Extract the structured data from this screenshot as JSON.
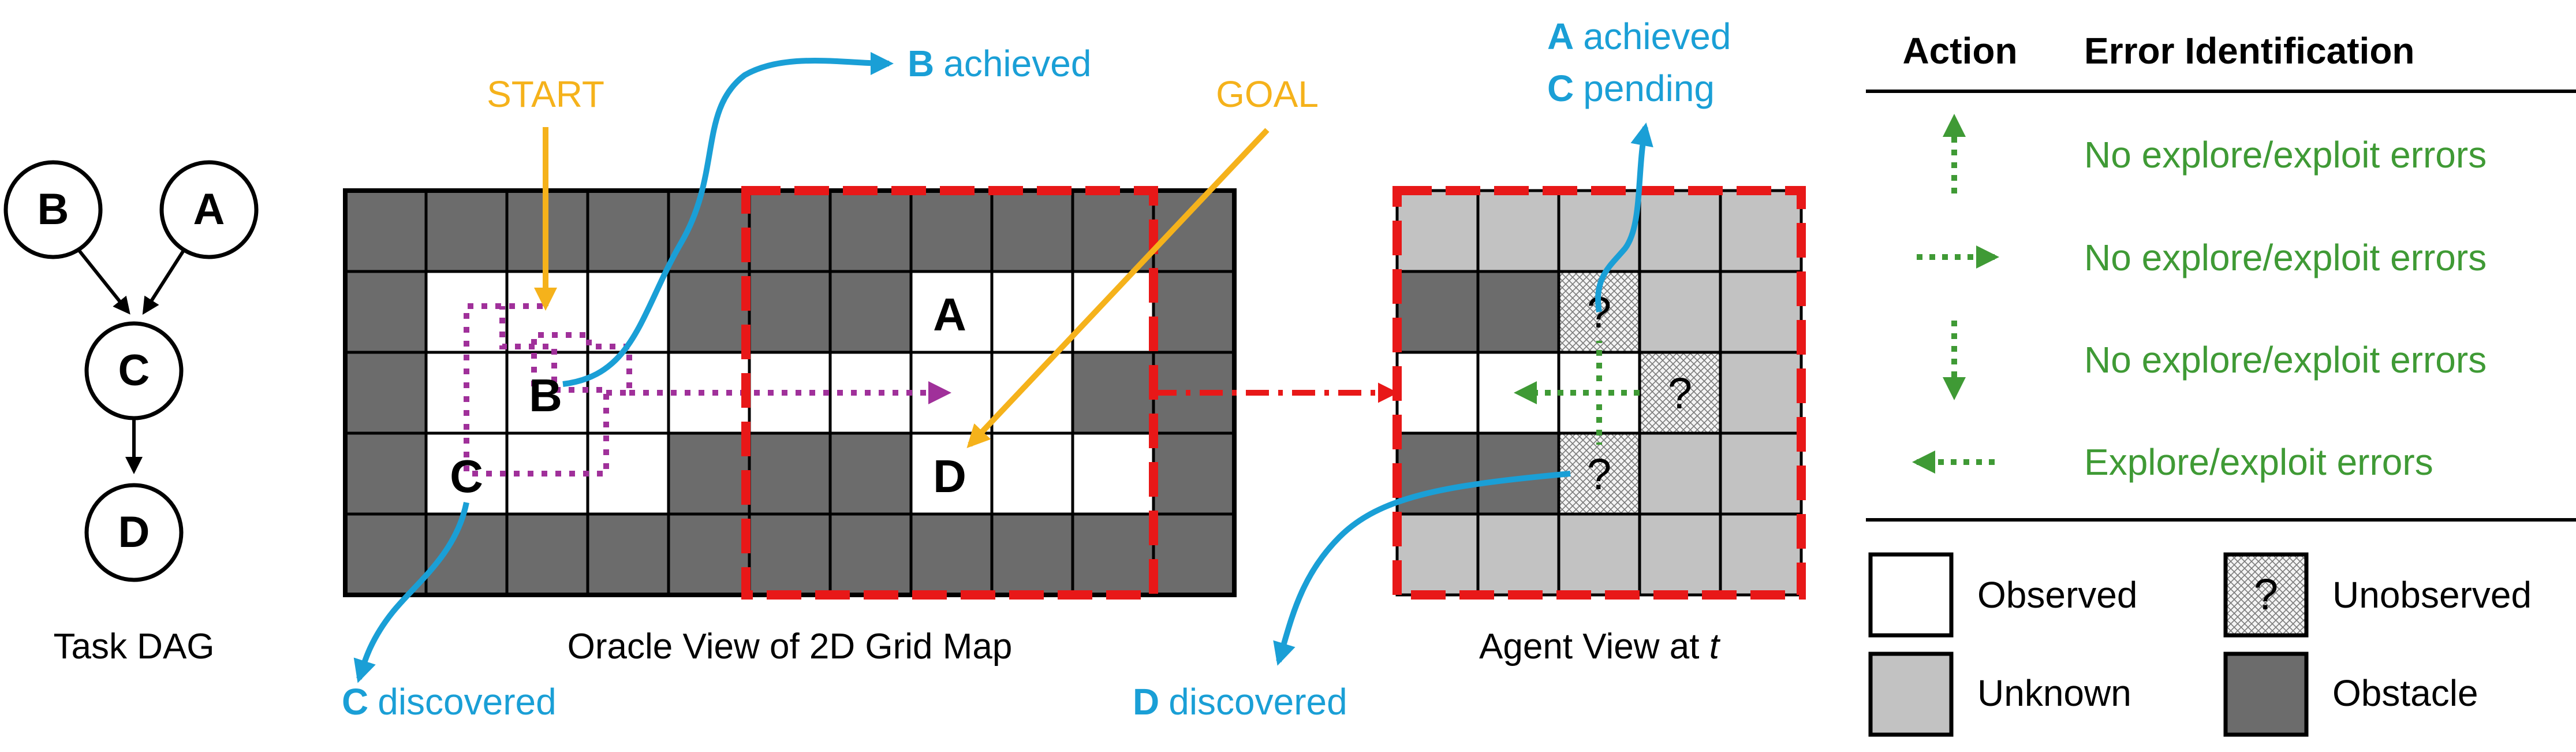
{
  "colors": {
    "blue": "#1a9fd6",
    "orange": "#f5b21b",
    "purple": "#a0309a",
    "red": "#e81818",
    "green": "#3f9a35",
    "obstacle": "#6c6c6c",
    "unknown": "#c2c2c2",
    "observed": "#ffffff"
  },
  "dag": {
    "caption": "Task DAG",
    "nodes": {
      "b": "B",
      "a": "A",
      "c": "C",
      "d": "D"
    }
  },
  "oracle": {
    "caption": "Oracle View of 2D Grid Map",
    "start_label": "START",
    "goal_label": "GOAL",
    "cell_letters": {
      "a": "A",
      "b": "B",
      "c": "C",
      "d": "D"
    },
    "grid": [
      "OOOOOOOOOOO",
      "OWWWOOOWWWO",
      "OWWWWWWWWOO",
      "OWWWOOOWWWO",
      "OOOOOOOOOOO"
    ],
    "b_event": {
      "letter": "B",
      "text": "achieved"
    },
    "c_event": {
      "letter": "C",
      "text": "discovered"
    }
  },
  "agent": {
    "caption_text": "Agent View at ",
    "caption_var": "t",
    "unobserved_mark": "?",
    "grid": [
      "UUUUU",
      "OOQUU",
      "WWWQU",
      "OOQUU",
      "UUUUU"
    ],
    "a_event": {
      "letter": "A",
      "text": "achieved"
    },
    "c_event": {
      "letter": "C",
      "text": "pending"
    },
    "d_event": {
      "letter": "D",
      "text": "discovered"
    }
  },
  "table": {
    "header_action": "Action",
    "header_error": "Error Identification",
    "rows": [
      {
        "direction": "up",
        "text": "No explore/exploit errors"
      },
      {
        "direction": "right",
        "text": "No explore/exploit errors"
      },
      {
        "direction": "down",
        "text": "No explore/exploit errors"
      },
      {
        "direction": "left",
        "text": "Explore/exploit errors"
      }
    ]
  },
  "legend": {
    "observed": "Observed",
    "unobserved": "Unobserved",
    "unobserved_mark": "?",
    "unknown": "Unknown",
    "obstacle": "Obstacle"
  }
}
